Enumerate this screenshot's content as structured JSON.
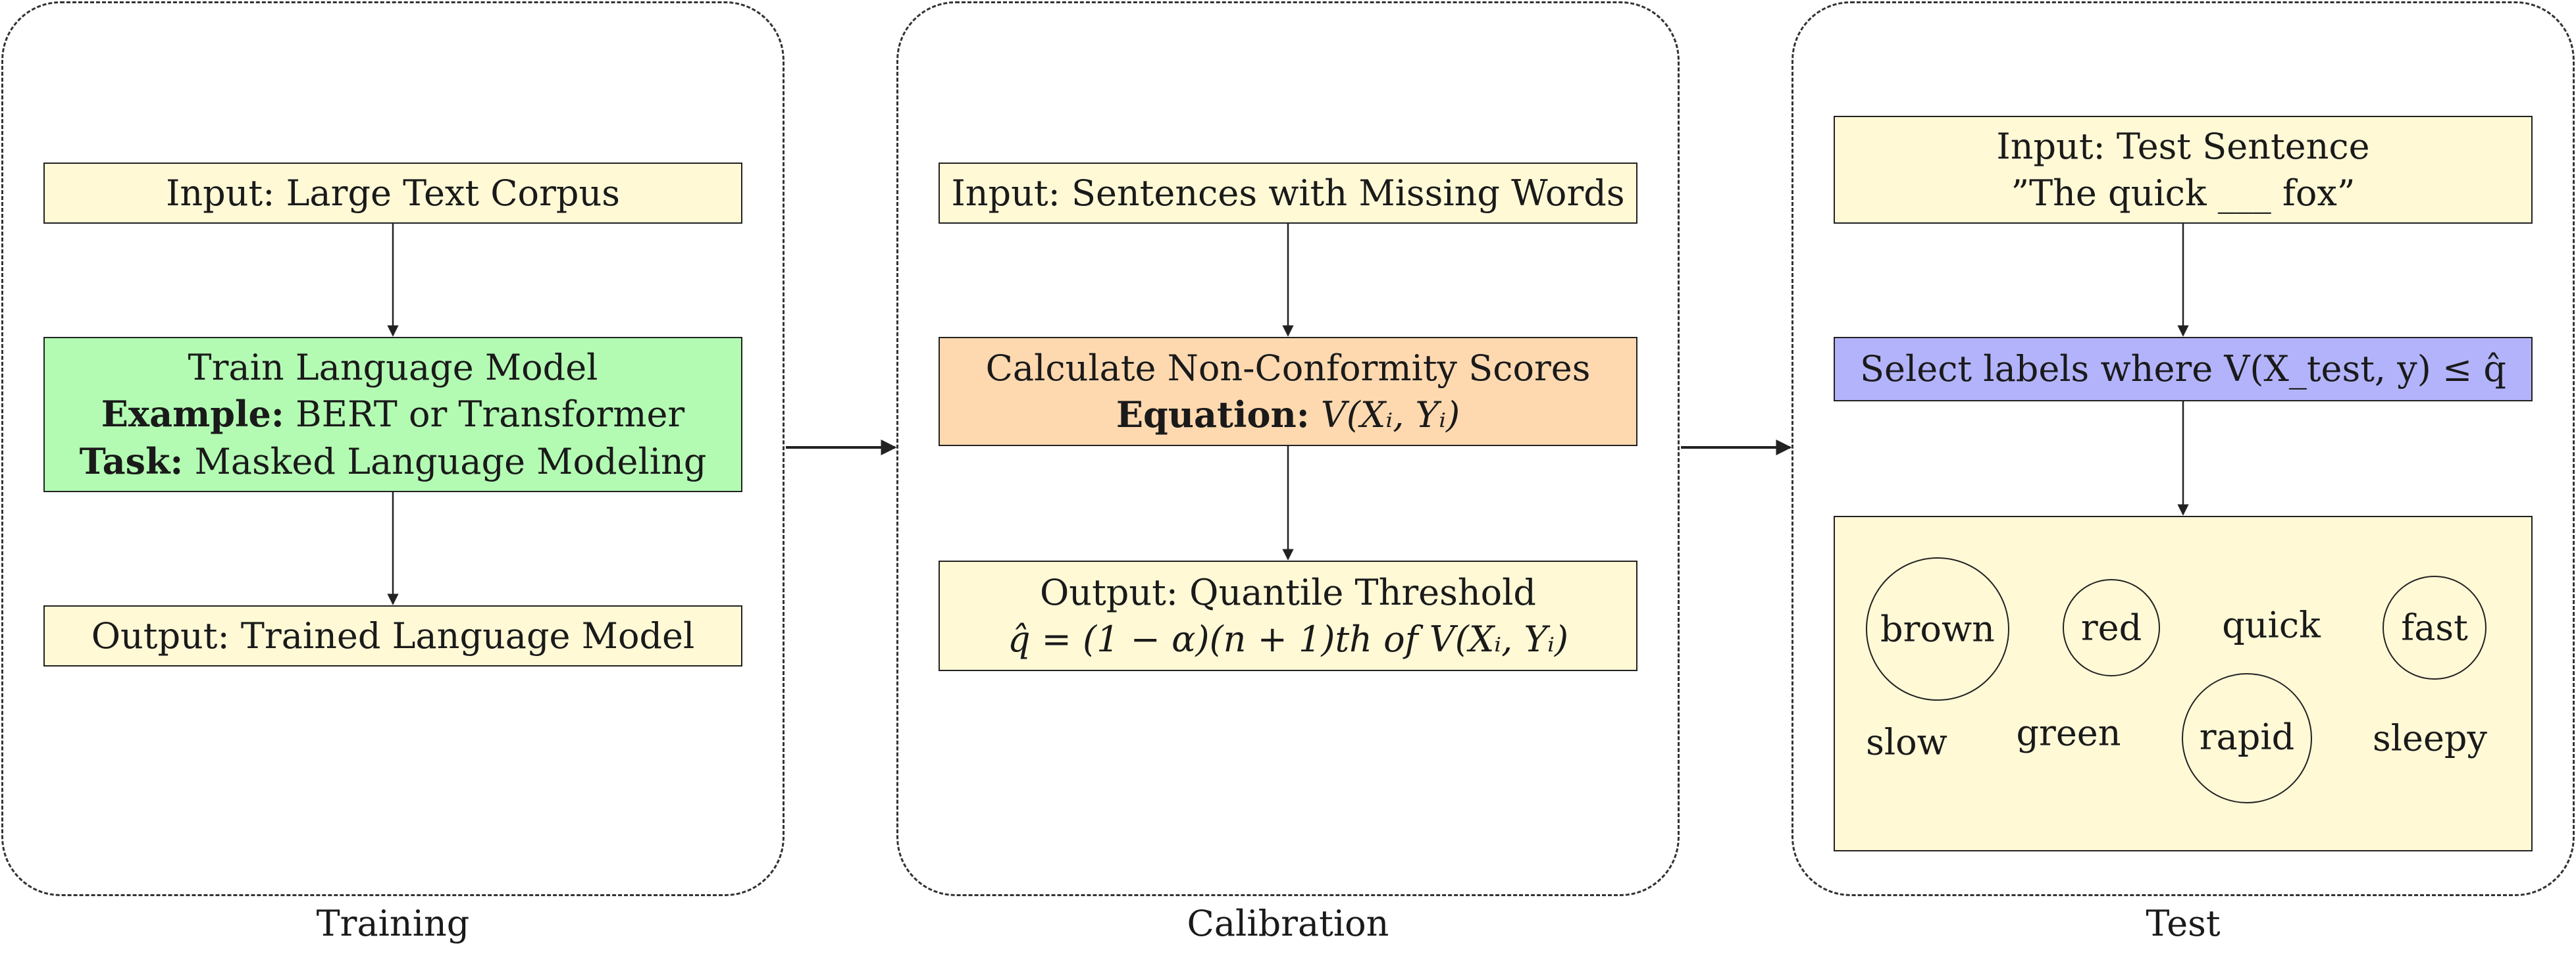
{
  "panels": {
    "training": {
      "label": "Training",
      "input": "Input: Large Text Corpus",
      "model_title": "Train Language Model",
      "example_label": "Example:",
      "example_value": "BERT or Transformer",
      "task_label": "Task:",
      "task_value": "Masked Language Modeling",
      "output": "Output: Trained Language Model"
    },
    "calibration": {
      "label": "Calibration",
      "input": "Input: Sentences with Missing Words",
      "scores_title": "Calculate Non-Conformity Scores",
      "equation_label": "Equation:",
      "equation_value": "V(Xᵢ, Yᵢ)",
      "output_title": "Output: Quantile Threshold",
      "output_formula": "q̂ = (1 − α)(n + 1)th of V(Xᵢ, Yᵢ)"
    },
    "test": {
      "label": "Test",
      "input_title": "Input: Test Sentence",
      "input_sentence": "”The quick ___ fox”",
      "select_rule": "Select labels where V(X_test, y) ≤ q̂",
      "candidate_words": [
        "brown",
        "red",
        "quick",
        "fast",
        "slow",
        "green",
        "rapid",
        "sleepy"
      ],
      "selected_words": [
        "brown",
        "red",
        "fast",
        "rapid"
      ]
    }
  },
  "colors": {
    "input_output_box": "#fff9d6",
    "model_box": "#b3fbb3",
    "scores_box": "#fed9b0",
    "selection_box": "#b3b3fb"
  }
}
